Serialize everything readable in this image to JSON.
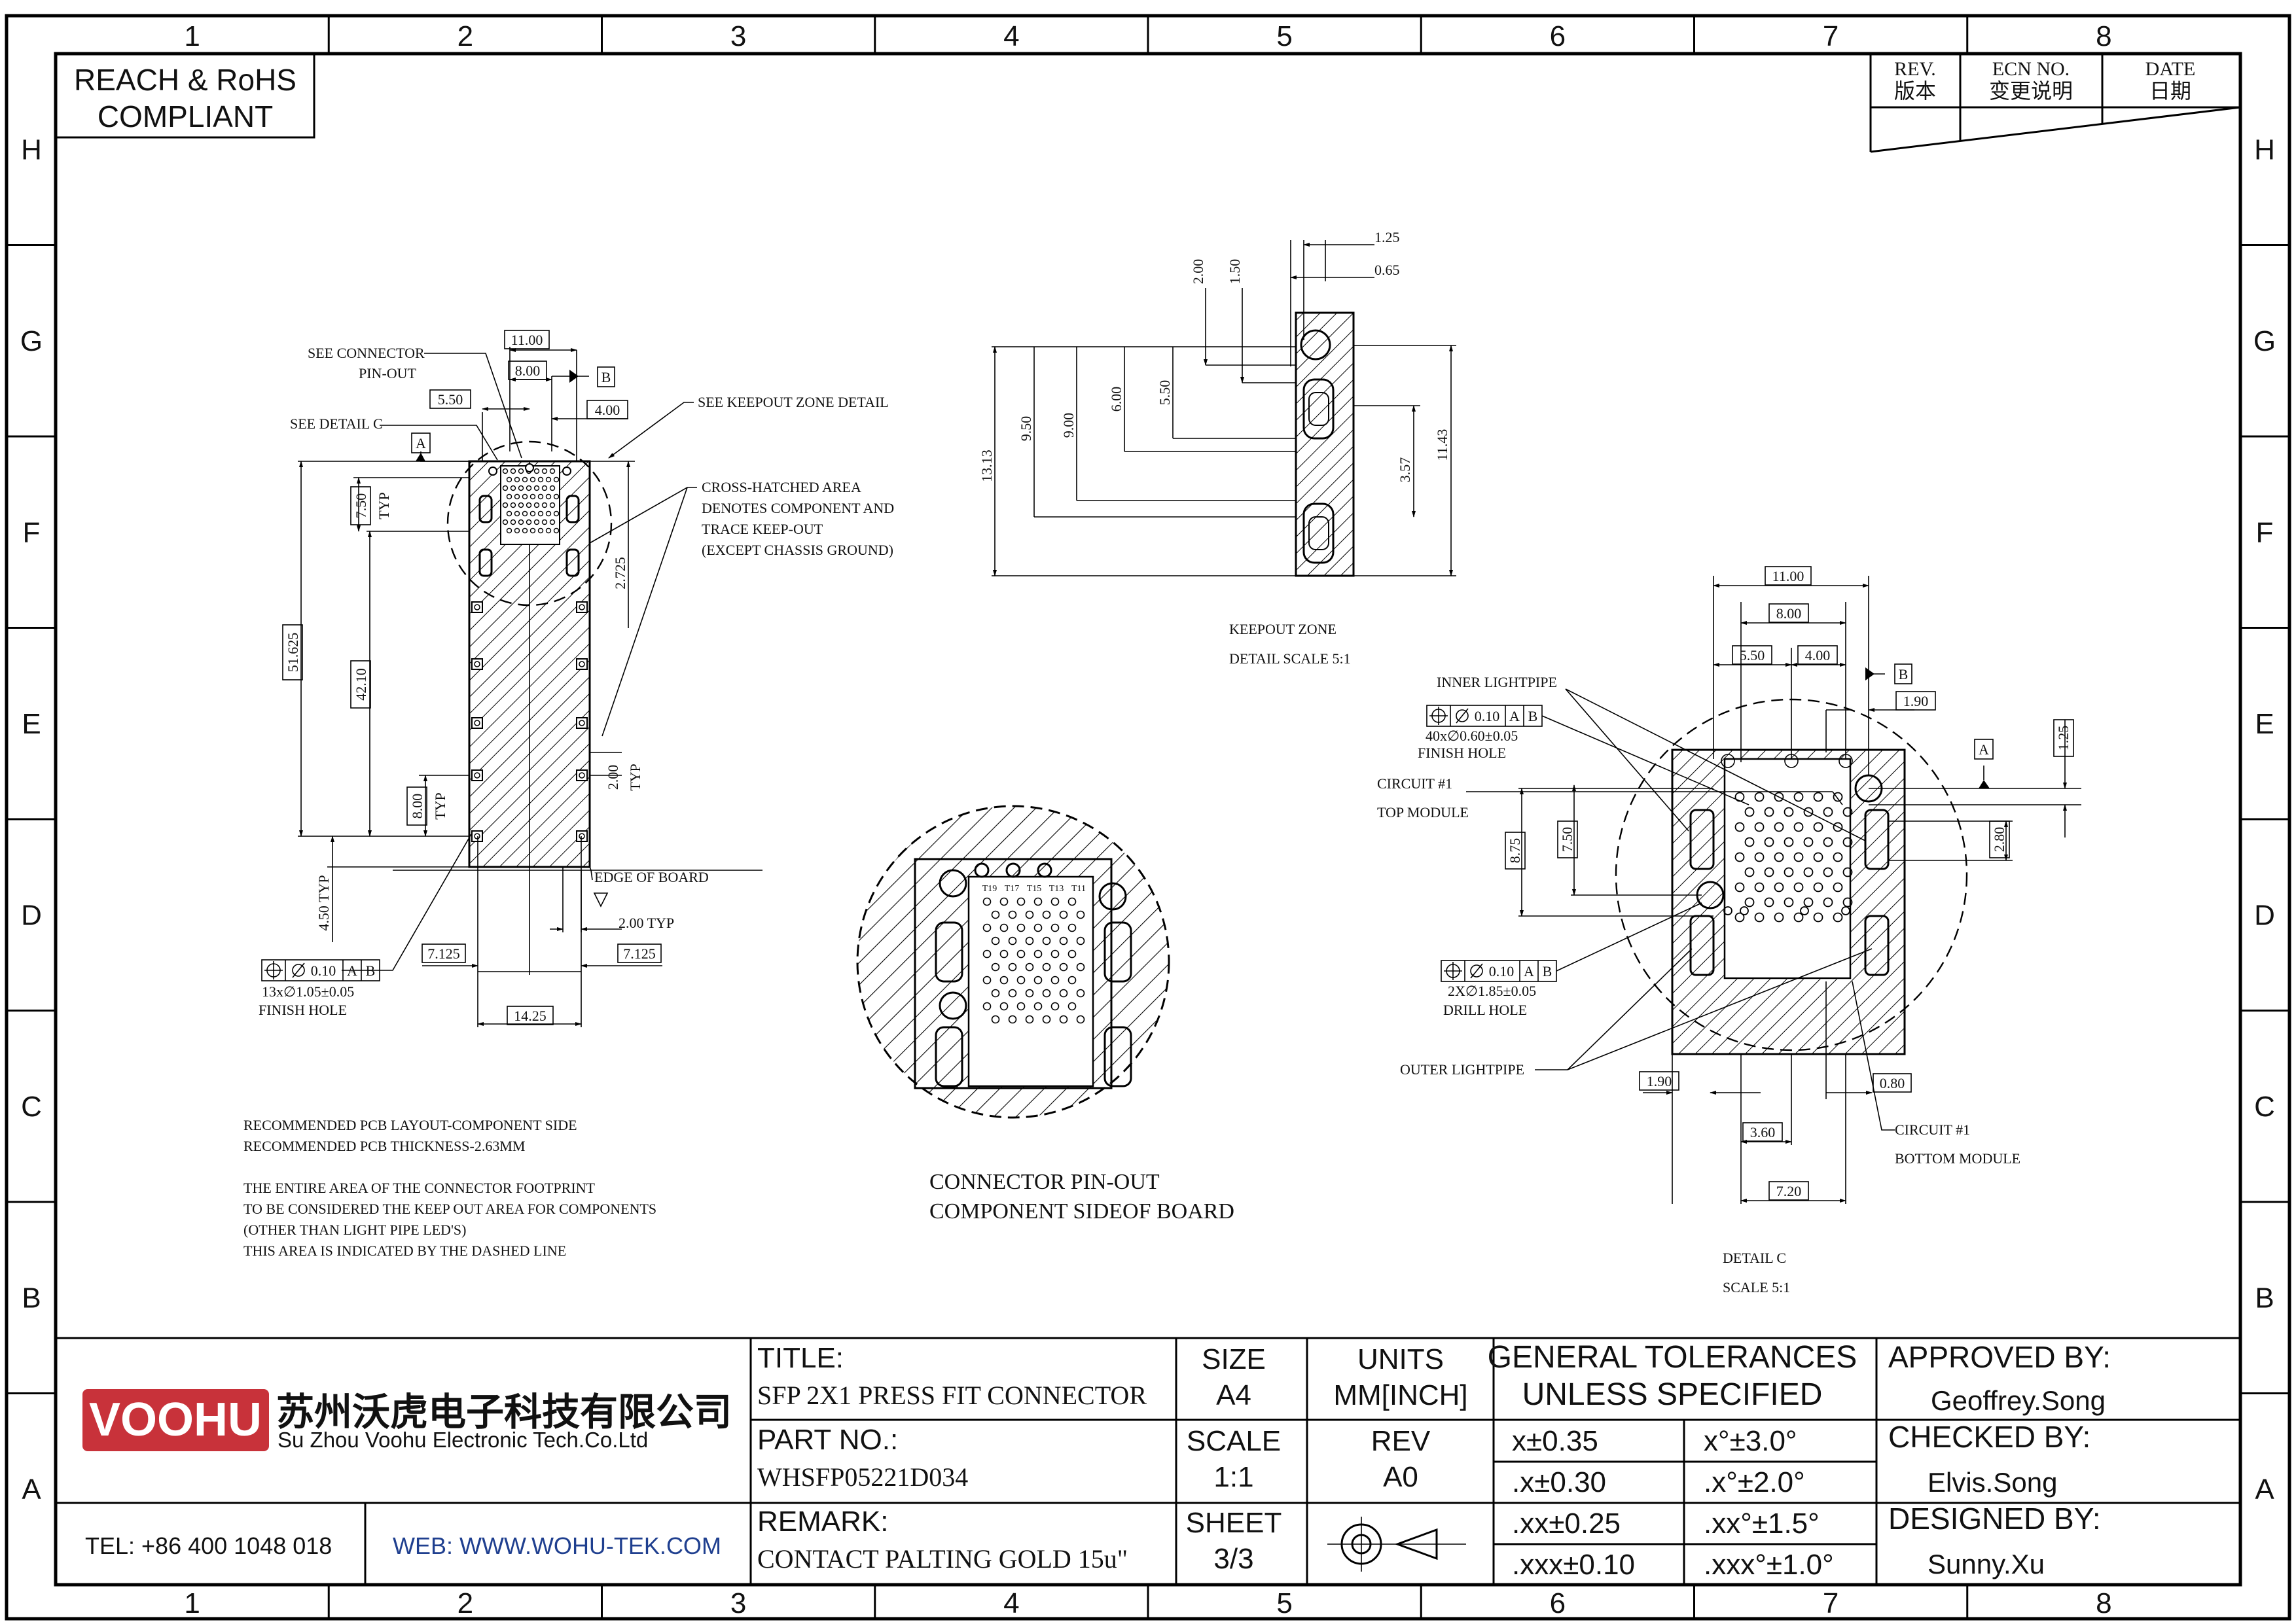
{
  "border": {
    "columns": [
      "1",
      "2",
      "3",
      "4",
      "5",
      "6",
      "7",
      "8"
    ],
    "rows": [
      "H",
      "G",
      "F",
      "E",
      "D",
      "C",
      "B",
      "A"
    ]
  },
  "compliance": {
    "line1": "REACH & RoHS",
    "line2": "COMPLIANT"
  },
  "revision_table": {
    "rev": "REV.",
    "rev_cn": "版本",
    "ecn": "ECN NO.",
    "ecn_cn": "变更说明",
    "date": "DATE",
    "date_cn": "日期"
  },
  "pcb_layout": {
    "dims": {
      "d11_00": "11.00",
      "d8_00": "8.00",
      "d5_50": "5.50",
      "d4_00": "4.00",
      "d7_50": "7.50",
      "typ": "TYP",
      "d51_625": "51.625",
      "d42_10": "42.10",
      "d2_725": "2.725",
      "d2_00": "2.00",
      "typ2": "TYP",
      "d8_00b": "8.00",
      "typ3": "TYP",
      "d4_50": "4.50 TYP",
      "d7_125a": "7.125",
      "d7_125b": "7.125",
      "d14_25": "14.25",
      "d2_00typ": "2.00 TYP"
    },
    "labels": {
      "see_connector": "SEE CONNECTOR",
      "pinout": "PIN-OUT",
      "see_detail_c": "SEE DETAIL C",
      "see_keepout": "SEE KEEPOUT ZONE DETAIL",
      "hatch1": "CROSS-HATCHED AREA",
      "hatch2": "DENOTES COMPONENT AND",
      "hatch3": "TRACE KEEP-OUT",
      "hatch4": "(EXCEPT CHASSIS GROUND)",
      "edge": "EDGE OF BOARD",
      "datum_a": "A",
      "datum_b": "B",
      "tol": "0.10",
      "tol_a": "A",
      "tol_b": "B",
      "hole_spec": "13x∅1.05±0.05",
      "finish_hole": "FINISH HOLE"
    }
  },
  "notes": {
    "n1": "RECOMMENDED PCB LAYOUT-COMPONENT SIDE",
    "n2": "RECOMMENDED PCB THICKNESS-2.63MM",
    "n3": "THE ENTIRE AREA OF THE CONNECTOR FOOTPRINT",
    "n4": "TO BE CONSIDERED THE KEEP OUT AREA FOR COMPONENTS",
    "n5": "(OTHER THAN LIGHT PIPE LED'S)",
    "n6": "THIS AREA IS INDICATED BY THE DASHED LINE"
  },
  "keepout": {
    "dims": {
      "d1_25": "1.25",
      "d0_65": "0.65",
      "d2_00": "2.00",
      "d1_50": "1.50",
      "d13_13": "13.13",
      "d9_50": "9.50",
      "d9_00": "9.00",
      "d6_00": "6.00",
      "d5_50": "5.50",
      "d3_57": "3.57",
      "d11_43": "11.43"
    },
    "title1": "KEEPOUT ZONE",
    "title2": "DETAIL SCALE 5:1"
  },
  "pinout": {
    "pins_top": [
      "T19",
      "T17",
      "T15",
      "T13",
      "T11"
    ],
    "caption1": "CONNECTOR PIN-OUT",
    "caption2": "COMPONENT SIDEOF BOARD"
  },
  "detail_c": {
    "dims": {
      "d11_00": "11.00",
      "d8_00": "8.00",
      "d5_50": "5.50",
      "d4_00": "4.00",
      "d1_90a": "1.90",
      "d1_25": "1.25",
      "d8_75": "8.75",
      "d7_50": "7.50",
      "d2_80": "2.80",
      "d1_90b": "1.90",
      "d0_80": "0.80",
      "d3_60": "3.60",
      "d7_20": "7.20"
    },
    "labels": {
      "inner_lightpipe": "INNER LIGHTPIPE",
      "tol1": "0.10",
      "tol1_a": "A",
      "tol1_b": "B",
      "hole40": "40x∅0.60±0.05",
      "finish_hole": "FINISH HOLE",
      "circuit_top1": "CIRCUIT #1",
      "circuit_top2": "TOP MODULE",
      "tol2": "0.10",
      "tol2_a": "A",
      "tol2_b": "B",
      "hole2": "2X∅1.85±0.05",
      "drill_hole": "DRILL HOLE",
      "outer_lightpipe": "OUTER LIGHTPIPE",
      "circuit_bot1": "CIRCUIT #1",
      "circuit_bot2": "BOTTOM MODULE",
      "datum_a": "A",
      "datum_b": "B"
    },
    "title1": "DETAIL C",
    "title2": "SCALE 5:1"
  },
  "title_block": {
    "brand": "VOOHU",
    "company_cn": "苏州沃虎电子科技有限公司",
    "company_en": "Su Zhou Voohu Electronic Tech.Co.Ltd",
    "tel": "TEL: +86 400 1048 018",
    "web": "WEB: WWW.WOHU-TEK.COM",
    "title_label": "TITLE:",
    "title_value": "SFP 2X1 PRESS FIT CONNECTOR",
    "part_label": "PART NO.:",
    "part_value": "WHSFP05221D034",
    "remark_label": "REMARK:",
    "remark_value": "CONTACT PALTING GOLD 15u\"",
    "size_label": "SIZE",
    "size_value": "A4",
    "units_label": "UNITS",
    "units_value": "MM[INCH]",
    "scale_label": "SCALE",
    "scale_value": "1:1",
    "rev_label": "REV",
    "rev_value": "A0",
    "sheet_label": "SHEET",
    "sheet_value": "3/3",
    "gt_line1": "GENERAL TOLERANCES",
    "gt_line2": "UNLESS SPECIFIED",
    "tolerances": [
      {
        "linear": "x±0.35",
        "angular": "x°±3.0°"
      },
      {
        "linear": ".x±0.30",
        "angular": ".x°±2.0°"
      },
      {
        "linear": ".xx±0.25",
        "angular": ".xx°±1.5°"
      },
      {
        "linear": ".xxx±0.10",
        "angular": ".xxx°±1.0°"
      }
    ],
    "approved_label": "APPROVED BY:",
    "approved_value": "Geoffrey.Song",
    "checked_label": "CHECKED BY:",
    "checked_value": "Elvis.Song",
    "designed_label": "DESIGNED BY:",
    "designed_value": "Sunny.Xu"
  },
  "colors": {
    "brand_red": "#c8323a",
    "web_blue": "#1f3f8f"
  }
}
